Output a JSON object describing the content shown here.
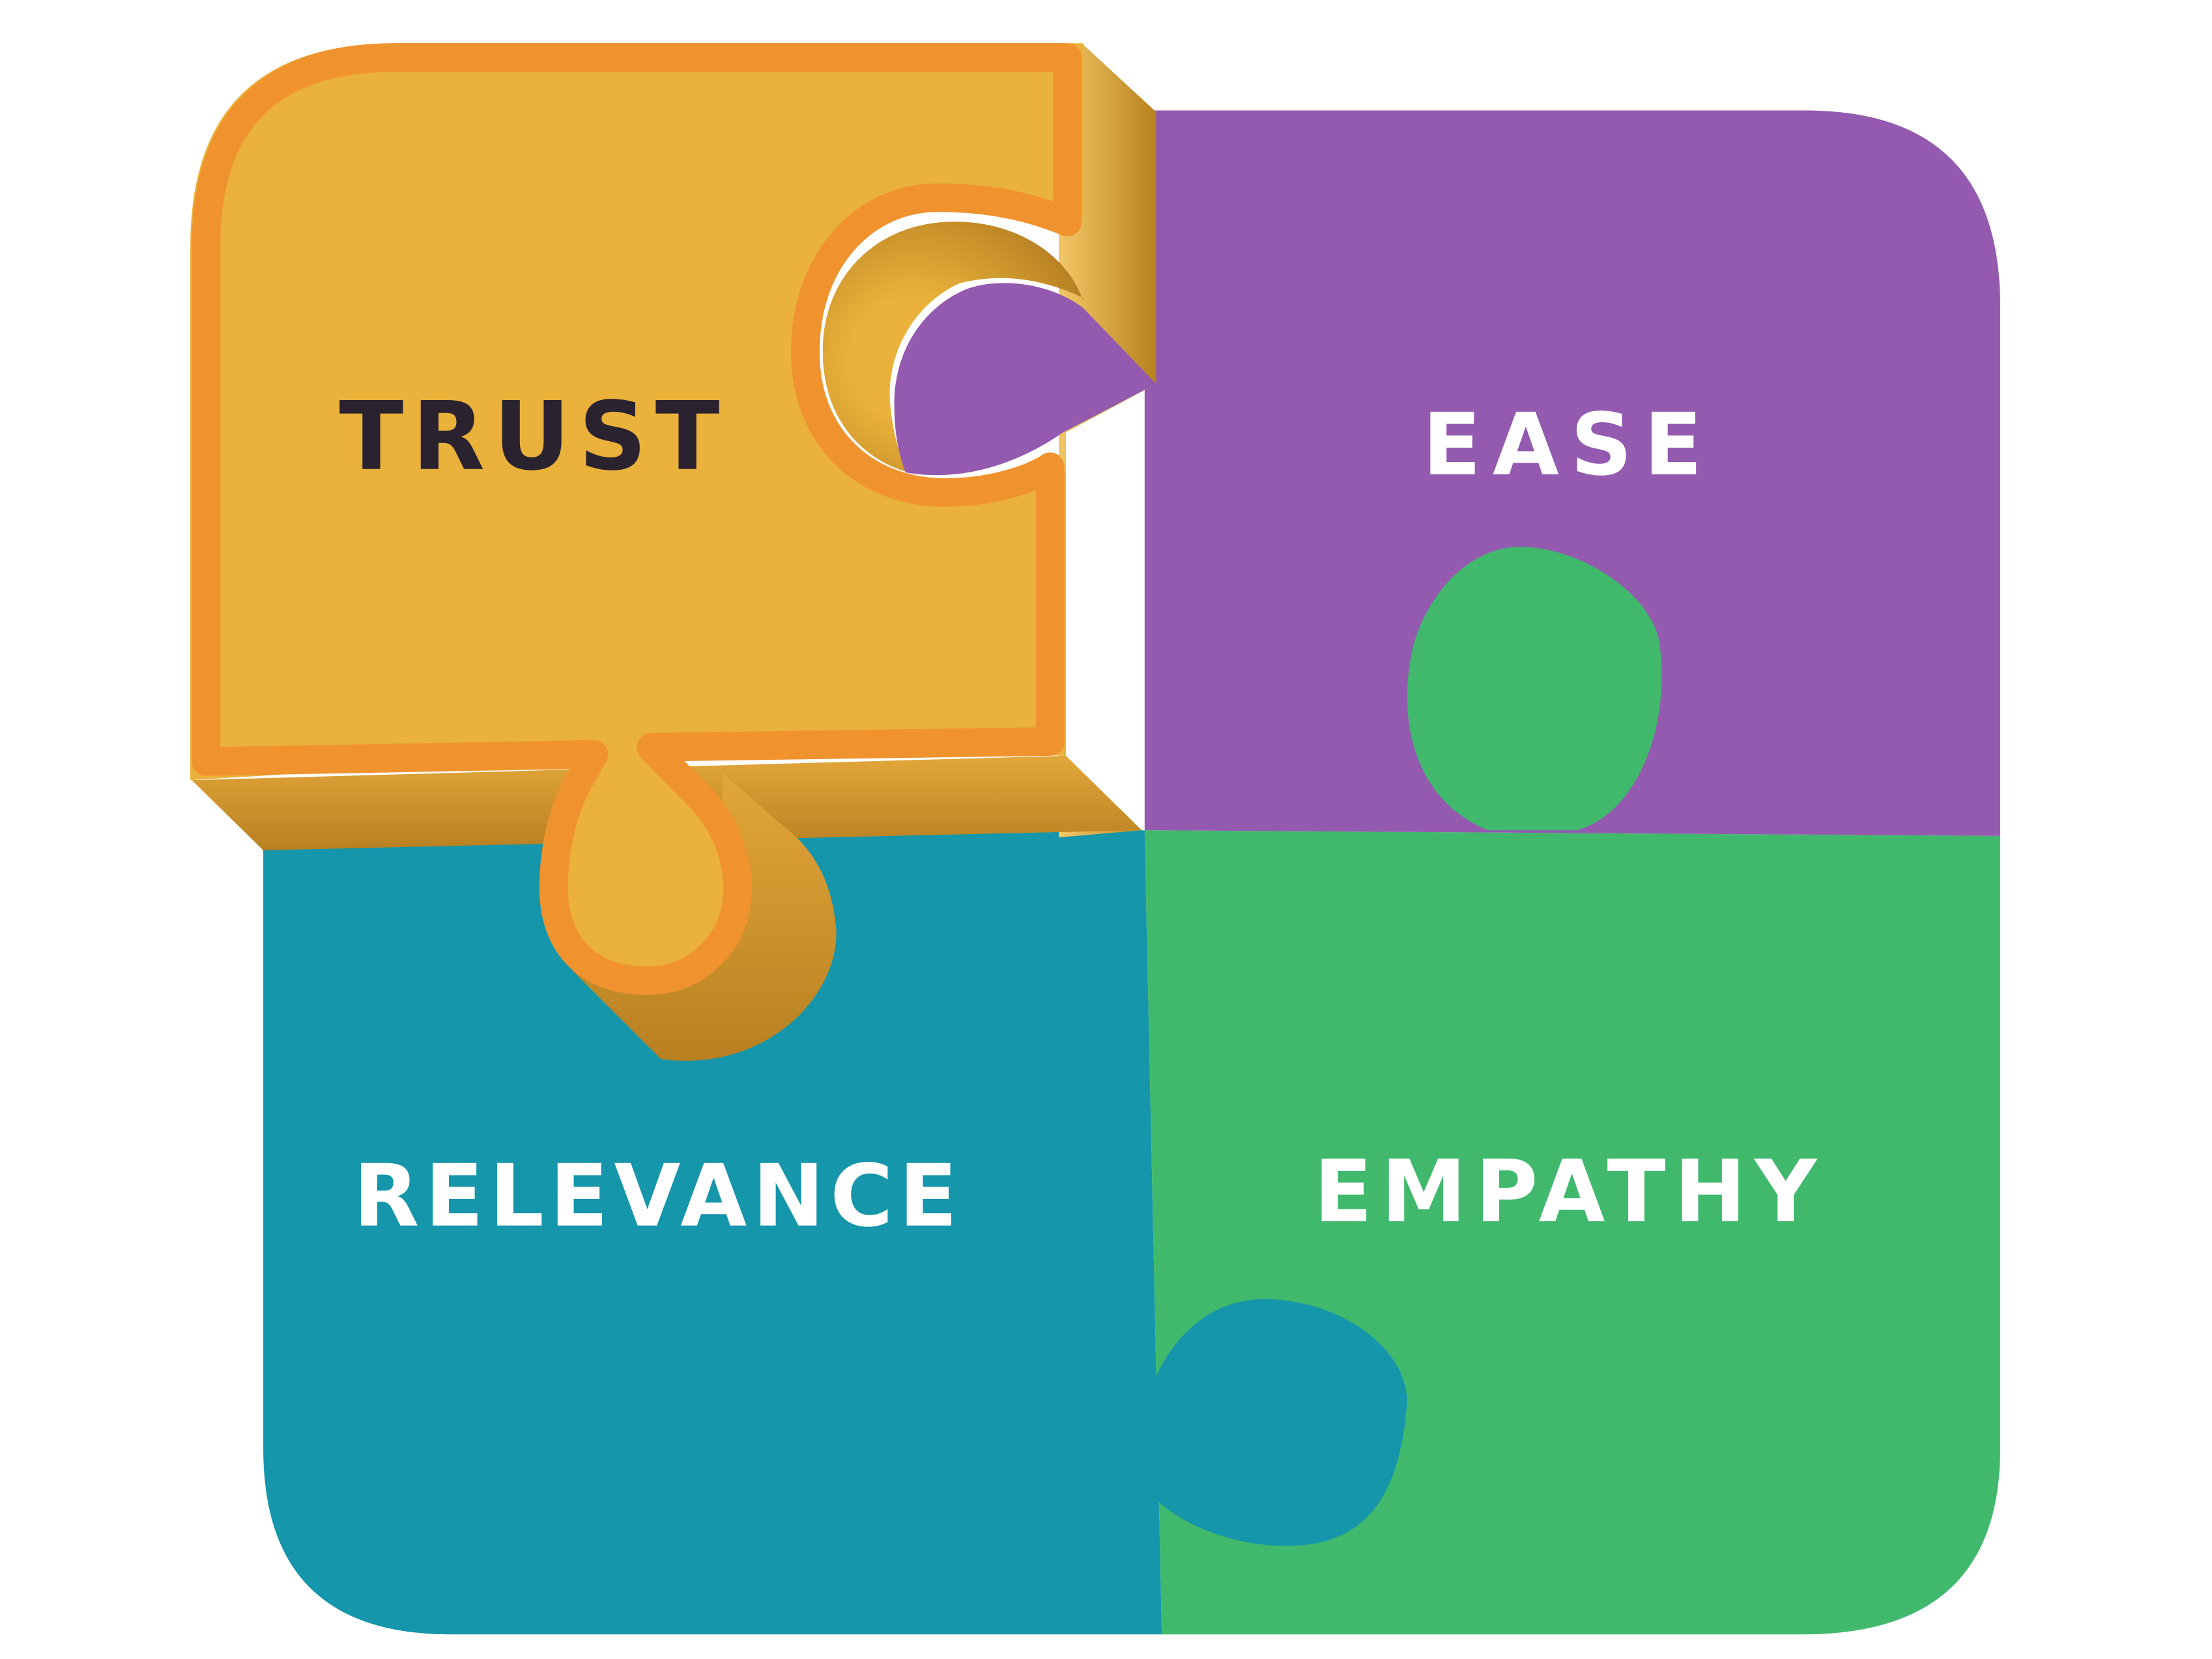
{
  "pieces": {
    "trust": {
      "label": "TRUST",
      "fill": "#eab23a",
      "outline": "#f0932f",
      "bevel": "#c48a24",
      "text_color": "#2b2230"
    },
    "ease": {
      "label": "EASE",
      "fill": "#935ab0",
      "text_color": "#ffffff"
    },
    "relevance": {
      "label": "RELEVANCE",
      "fill": "#1596aa",
      "text_color": "#ffffff"
    },
    "empathy": {
      "label": "EMPATHY",
      "fill": "#41b96d",
      "text_color": "#ffffff"
    }
  }
}
